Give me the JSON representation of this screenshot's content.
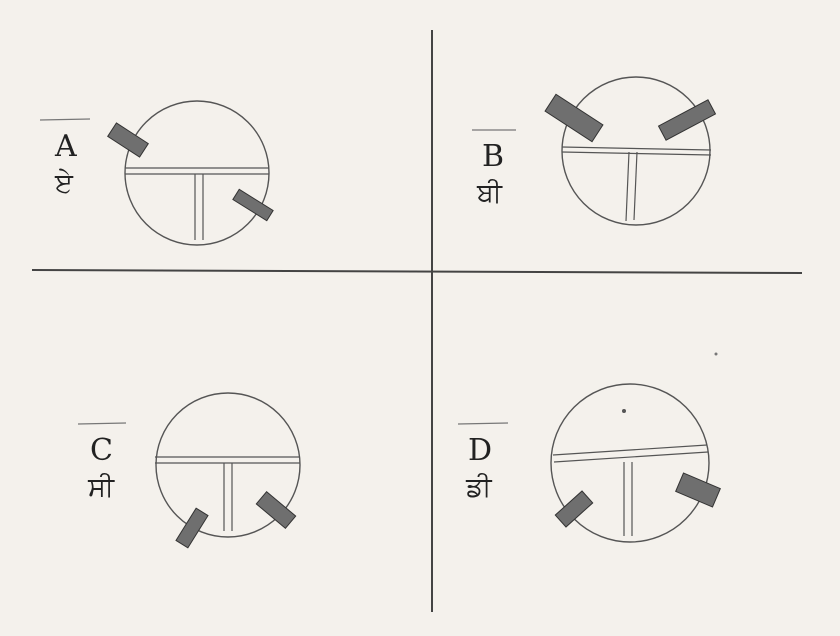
{
  "options": [
    {
      "letter": "A",
      "punjabi": "ਏ"
    },
    {
      "letter": "B",
      "punjabi": "ਬੀ"
    },
    {
      "letter": "C",
      "punjabi": "ਸੀ"
    },
    {
      "letter": "D",
      "punjabi": "ਡੀ"
    }
  ],
  "colors": {
    "paper": "#f4f1ec",
    "ink": "#555555",
    "block": "#6f6f6f"
  }
}
